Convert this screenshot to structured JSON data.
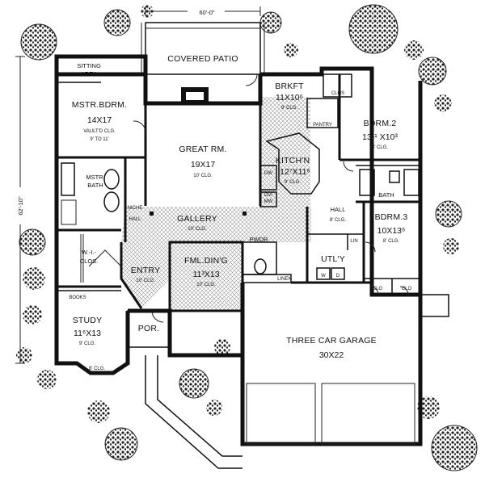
{
  "overall": {
    "width_dim": "60'-0\"",
    "depth_dim": "62'-10\""
  },
  "rooms": {
    "covered_patio": {
      "name": "COVERED PATIO"
    },
    "sitting_area": {
      "line1": "SITTING",
      "line2": "AREA"
    },
    "master_bedroom": {
      "name": "MSTR.BDRM.",
      "size": "14X17",
      "ceiling1": "VAULT'D CLG.",
      "ceiling2": "9' TO 11'"
    },
    "great_room": {
      "name": "GREAT RM.",
      "size": "19X17",
      "ceiling": "10' CLG."
    },
    "breakfast": {
      "name": "BRKFT",
      "size": "11X10⁶",
      "ceiling": "9' CLG."
    },
    "closet_br2": {
      "name": "CLOS"
    },
    "pantry": {
      "name": "PANTRY"
    },
    "kitchen": {
      "name": "KITCH'N",
      "size": "12⁷X11⁶",
      "ceiling": "9' CLG."
    },
    "bedroom2": {
      "name": "BDRM.2",
      "size": "13¹¹ X10³",
      "ceiling": "8' CLG."
    },
    "master_bath": {
      "line1": "MSTR.",
      "line2": "BATH"
    },
    "bath": {
      "name": "BATH"
    },
    "hall_right": {
      "name": "HALL",
      "ceiling": "8' CLG."
    },
    "bedroom3": {
      "name": "BDRM.3",
      "size": "10X13⁶",
      "ceiling": "8' CLG."
    },
    "niche": {
      "name": "NICHE"
    },
    "hall_left": {
      "name": "HALL"
    },
    "gallery": {
      "name": "GALLERY",
      "ceiling": "10' CLG."
    },
    "oven": {
      "line1": "OV/",
      "line2": "MW"
    },
    "dishwasher": {
      "name": "DW"
    },
    "powder": {
      "name": "PWDR"
    },
    "linen_upper": {
      "name": "LIN"
    },
    "walkin_closet": {
      "line1": "W.-I.-",
      "line2": "CLOS."
    },
    "entry": {
      "name": "ENTRY",
      "ceiling": "10' CLG."
    },
    "family_dining": {
      "name": "FML.DIN'G",
      "size": "11³X13",
      "ceiling": "10' CLG."
    },
    "utility": {
      "name": "UTL'Y",
      "w": "W",
      "d": "D"
    },
    "linen_lower": {
      "name": "LINEN"
    },
    "closets_br3": {
      "left": "CLO",
      "right": "CLO"
    },
    "books": {
      "name": "BOOKS"
    },
    "study": {
      "name": "STUDY",
      "size": "11⁶X13",
      "ceiling": "9' CLG.",
      "bay_ceiling": "8' CLG."
    },
    "porch": {
      "name": "POR."
    },
    "garage": {
      "name": "THREE CAR GARAGE",
      "size": "30X22"
    }
  },
  "colors": {
    "ink": "#111111",
    "paper": "#ffffff",
    "hatch": "#9a9a9a",
    "foliage": "#222222"
  }
}
